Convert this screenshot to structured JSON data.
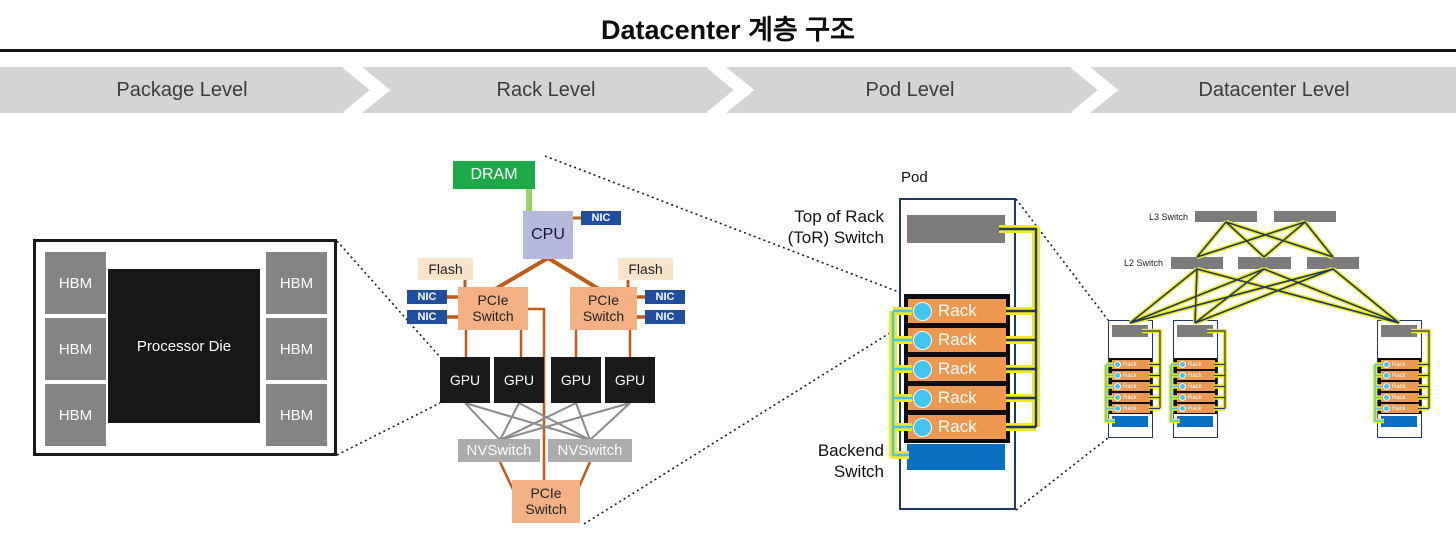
{
  "title": "Datacenter 계층 구조",
  "banner": {
    "levels": [
      "Package Level",
      "Rack Level",
      "Pod Level",
      "Datacenter Level"
    ]
  },
  "package_level": {
    "hbm_label": "HBM",
    "hbm_count": 6,
    "die_label": "Processor Die"
  },
  "rack_level": {
    "dram_label": "DRAM",
    "cpu_label": "CPU",
    "nic_label": "NIC",
    "nic_count": 5,
    "flash_label": "Flash",
    "flash_count": 2,
    "pcie_switch_label": "PCIe Switch",
    "pcie_switch_count": 3,
    "gpu_label": "GPU",
    "gpu_count": 4,
    "nvswitch_label": "NVSwitch",
    "nvswitch_count": 2
  },
  "pod_level": {
    "pod_title": "Pod",
    "tor_label": "Top of Rack\n(ToR) Switch",
    "backend_label": "Backend\nSwitch",
    "rack_label": "Rack",
    "rack_count": 5
  },
  "datacenter_level": {
    "l3_label": "L3 Switch",
    "l3_count": 2,
    "l2_label": "L2 Switch",
    "l2_count": 3,
    "pod_count": 3,
    "rack_label": "Rack",
    "racks_per_mini_pod": 5
  },
  "colors": {
    "hbm_gray": "#848484",
    "die_black": "#171717",
    "dram_green": "#1CA94A",
    "link_light_green": "#9CD45F",
    "cpu_lavender": "#B5B9DB",
    "nic_blue": "#1F4E9E",
    "flash_peach": "#FAE3CB",
    "pcie_orange": "#F4B183",
    "link_brown": "#C05A15",
    "gpu_black": "#1A1A1A",
    "nvswitch_gray": "#ACACAC",
    "link_gray": "#8A8A8A",
    "pod_border_navy": "#1F3864",
    "switch_bar_gray": "#7B7B7B",
    "rack_orange": "#EC9851",
    "rack_dot_cyan": "#41C6F2",
    "backend_blue": "#0A6FC2",
    "highlight_yellow": "#F2EA1C",
    "banner_gray": "#D4D4D4"
  }
}
